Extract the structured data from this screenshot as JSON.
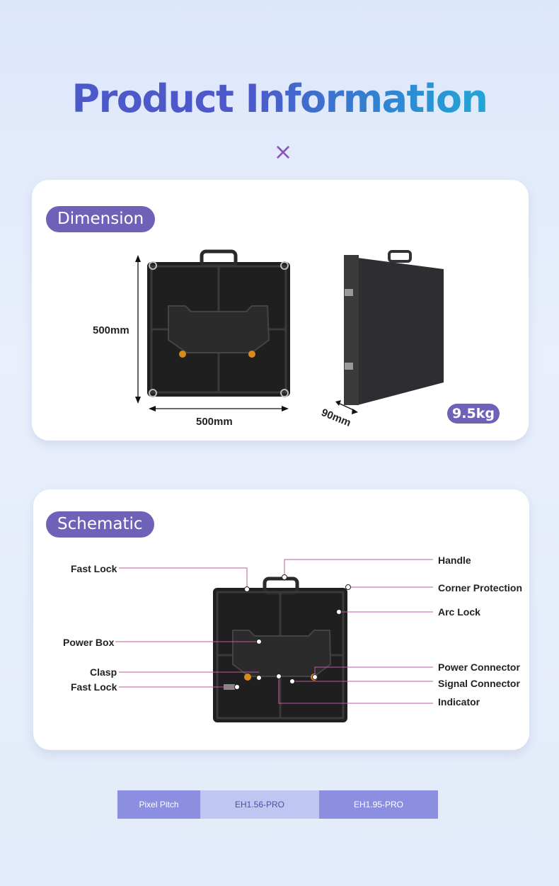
{
  "header": {
    "title_word1": "Product",
    "title_word2": "Information",
    "divider_symbol": "×"
  },
  "dimension": {
    "label": "Dimension",
    "height": "500mm",
    "width": "500mm",
    "depth": "90mm",
    "weight": "9.5kg"
  },
  "schematic": {
    "label": "Schematic",
    "left_labels": [
      "Fast Lock",
      "Power Box",
      "Clasp",
      "Fast Lock"
    ],
    "right_labels": [
      "Handle",
      "Corner Protection",
      "Arc Lock",
      "Power Connector",
      "Signal Connector",
      "Indicator"
    ]
  },
  "spec_table": {
    "header": "Pixel Pitch",
    "columns": [
      "EH1.56-PRO",
      "EH1.95-PRO"
    ]
  },
  "colors": {
    "accent": "#6d62b8",
    "title_blue": "#4d58c9",
    "leader_line": "#c05a9c"
  }
}
